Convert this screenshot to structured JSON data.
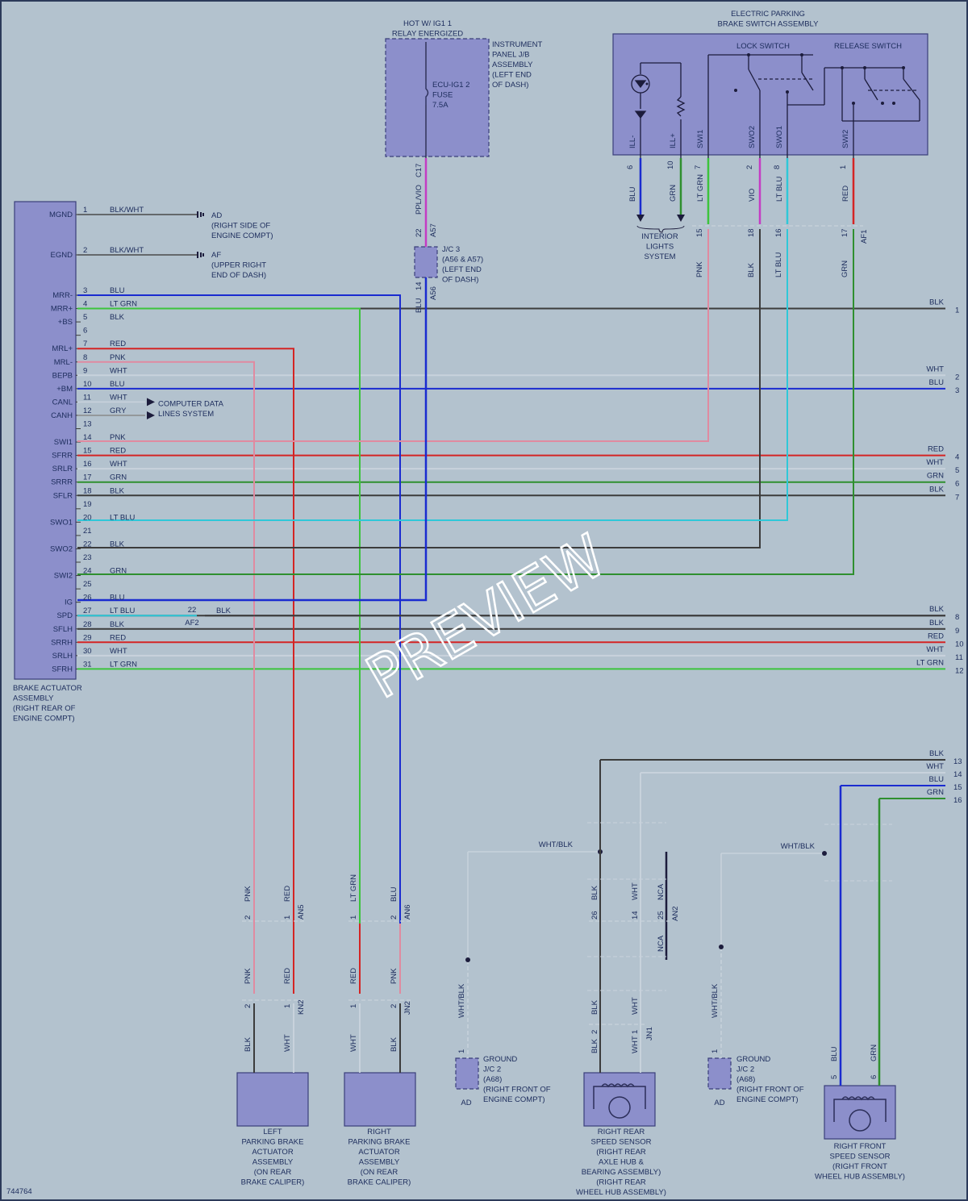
{
  "diagram_id": "744764",
  "watermark": "PREVIEW",
  "header": {
    "relay": [
      "HOT W/ IG1 1",
      "RELAY ENERGIZED"
    ],
    "ib_assembly": [
      "INSTRUMENT",
      "PANEL J/B",
      "ASSEMBLY",
      "(LEFT END",
      "OF DASH)"
    ],
    "fuse": [
      "ECU-IG1 2",
      "FUSE",
      "7.5A"
    ],
    "switch_assembly": [
      "ELECTRIC PARKING",
      "BRAKE SWITCH ASSEMBLY"
    ],
    "lock_switch": "LOCK SWITCH",
    "release_switch": "RELEASE SWITCH"
  },
  "switch_pins": [
    {
      "name": "ILL-",
      "num": "6",
      "color": "BLU",
      "hex": "#1a2bd0"
    },
    {
      "name": "ILL+",
      "num": "10",
      "color": "GRN",
      "hex": "#2f8f2f"
    },
    {
      "name": "SWI1",
      "num": "7",
      "color": "LT GRN",
      "hex": "#3cc43c"
    },
    {
      "name": "SWO2",
      "num": "2",
      "color": "VIO",
      "hex": "#c43cc4"
    },
    {
      "name": "SWO1",
      "num": "8",
      "color": "LT BLU",
      "hex": "#2fc8d8"
    },
    {
      "name": "SWI2",
      "num": "1",
      "color": "RED",
      "hex": "#d42424"
    }
  ],
  "connector_af1": {
    "label": "AF1",
    "pins": [
      "15",
      "18",
      "16",
      "17"
    ],
    "below": [
      "PNK",
      "BLK",
      "LT BLU",
      "GRN"
    ]
  },
  "interior_lights": [
    "INTERIOR",
    "LIGHTS",
    "SYSTEM"
  ],
  "jc3": {
    "label": [
      "J/C 3",
      "(A56 & A57)",
      "(LEFT END",
      "OF DASH)"
    ],
    "top": "22",
    "top_conn": "A57",
    "bottom": "14",
    "bottom_conn": "A56",
    "upper_wire": "PPL/VIO",
    "lower_wire": "BLU",
    "fuse_pin": "C17"
  },
  "grounds": [
    {
      "code": "AD",
      "text": [
        "AD",
        "(RIGHT SIDE OF",
        "ENGINE COMPT)"
      ],
      "pin": "1",
      "color": "BLK/WHT"
    },
    {
      "code": "AF",
      "text": [
        "AF",
        "(UPPER RIGHT",
        "END OF DASH)"
      ],
      "pin": "2",
      "color": "BLK/WHT"
    }
  ],
  "actuator": {
    "title": [
      "BRAKE ACTUATOR",
      "ASSEMBLY",
      "(RIGHT REAR OF",
      "ENGINE COMPT)"
    ],
    "pins": [
      {
        "sig": "MGND",
        "n": "1",
        "c": "BLK/WHT"
      },
      {
        "sig": "EGND",
        "n": "2",
        "c": "BLK/WHT"
      },
      {
        "sig": "MRR-",
        "n": "3",
        "c": "BLU"
      },
      {
        "sig": "MRR+",
        "n": "4",
        "c": "LT GRN"
      },
      {
        "sig": "+BS",
        "n": "5",
        "c": "BLK"
      },
      {
        "sig": "",
        "n": "6",
        "c": ""
      },
      {
        "sig": "MRL+",
        "n": "7",
        "c": "RED"
      },
      {
        "sig": "MRL-",
        "n": "8",
        "c": "PNK"
      },
      {
        "sig": "BEPB",
        "n": "9",
        "c": "WHT"
      },
      {
        "sig": "+BM",
        "n": "10",
        "c": "BLU"
      },
      {
        "sig": "CANL",
        "n": "11",
        "c": "WHT"
      },
      {
        "sig": "CANH",
        "n": "12",
        "c": "GRY"
      },
      {
        "sig": "",
        "n": "13",
        "c": ""
      },
      {
        "sig": "SWI1",
        "n": "14",
        "c": "PNK"
      },
      {
        "sig": "SFRR",
        "n": "15",
        "c": "RED"
      },
      {
        "sig": "SRLR",
        "n": "16",
        "c": "WHT"
      },
      {
        "sig": "SRRR",
        "n": "17",
        "c": "GRN"
      },
      {
        "sig": "SFLR",
        "n": "18",
        "c": "BLK"
      },
      {
        "sig": "",
        "n": "19",
        "c": ""
      },
      {
        "sig": "SWO1",
        "n": "20",
        "c": "LT BLU"
      },
      {
        "sig": "",
        "n": "21",
        "c": ""
      },
      {
        "sig": "SWO2",
        "n": "22",
        "c": "BLK"
      },
      {
        "sig": "",
        "n": "23",
        "c": ""
      },
      {
        "sig": "SWI2",
        "n": "24",
        "c": "GRN"
      },
      {
        "sig": "",
        "n": "25",
        "c": ""
      },
      {
        "sig": "IG",
        "n": "26",
        "c": "BLU"
      },
      {
        "sig": "SPD",
        "n": "27",
        "c": "LT BLU"
      },
      {
        "sig": "SFLH",
        "n": "28",
        "c": "BLK"
      },
      {
        "sig": "SRRH",
        "n": "29",
        "c": "RED"
      },
      {
        "sig": "SRLH",
        "n": "30",
        "c": "WHT"
      },
      {
        "sig": "SFRH",
        "n": "31",
        "c": "LT GRN"
      }
    ]
  },
  "computer_data": [
    "COMPUTER DATA",
    "LINES SYSTEM"
  ],
  "spd_conn": {
    "pin": "22",
    "conn": "AF2",
    "color": "BLK"
  },
  "right_refs": [
    {
      "n": "1",
      "c": "BLK"
    },
    {
      "n": "2",
      "c": "WHT"
    },
    {
      "n": "3",
      "c": "BLU"
    },
    {
      "n": "4",
      "c": "RED"
    },
    {
      "n": "5",
      "c": "WHT"
    },
    {
      "n": "6",
      "c": "GRN"
    },
    {
      "n": "7",
      "c": "BLK"
    },
    {
      "n": "8",
      "c": "BLK"
    },
    {
      "n": "9",
      "c": "BLK"
    },
    {
      "n": "10",
      "c": "RED"
    },
    {
      "n": "11",
      "c": "WHT"
    },
    {
      "n": "12",
      "c": "LT GRN"
    },
    {
      "n": "13",
      "c": "BLK"
    },
    {
      "n": "14",
      "c": "WHT"
    },
    {
      "n": "15",
      "c": "BLU"
    },
    {
      "n": "16",
      "c": "GRN"
    }
  ],
  "an5": {
    "label": "AN5",
    "p2": "2",
    "p1": "1",
    "c_left": "PNK",
    "c_right": "RED"
  },
  "an6": {
    "label": "AN6",
    "p1": "1",
    "p2": "2",
    "c_left": "LT GRN",
    "c_right": "BLU"
  },
  "kn2": {
    "label": "KN2",
    "p2": "2",
    "p1": "1",
    "c_left": "PNK",
    "c_right": "RED",
    "out_left": "BLK",
    "out_right": "WHT"
  },
  "jn2": {
    "label": "JN2",
    "p1": "1",
    "p2": "2",
    "c_left": "RED",
    "c_right": "PNK",
    "out_left": "WHT",
    "out_right": "BLK"
  },
  "left_actuator": [
    "LEFT",
    "PARKING BRAKE",
    "ACTUATOR",
    "ASSEMBLY",
    "(ON REAR",
    "BRAKE CALIPER)"
  ],
  "right_actuator": [
    "RIGHT",
    "PARKING BRAKE",
    "ACTUATOR",
    "ASSEMBLY",
    "(ON REAR",
    "BRAKE CALIPER)"
  ],
  "shield": {
    "wht_blk": "WHT/BLK",
    "blk": "BLK",
    "wht": "WHT",
    "nca": "NCA",
    "an2": "AN2",
    "p26": "26",
    "p14": "14",
    "p25": "25",
    "jn1": "JN1",
    "p2": "2",
    "p1": "1"
  },
  "ground_jc2": [
    "GROUND",
    "J/C 2",
    "(A68)",
    "(RIGHT FRONT OF",
    "ENGINE COMPT)"
  ],
  "ground_code": "AD",
  "rr_sensor": [
    "RIGHT REAR",
    "SPEED SENSOR",
    "(RIGHT REAR",
    "AXLE HUB &",
    "BEARING ASSEMBLY)",
    "(RIGHT REAR",
    "WHEEL HUB ASSEMBLY)"
  ],
  "rf_sensor": [
    "RIGHT FRONT",
    "SPEED SENSOR",
    "(RIGHT FRONT",
    "WHEEL HUB ASSEMBLY)"
  ],
  "rf_pins": {
    "p5": "5",
    "p6": "6",
    "c5": "BLU",
    "c6": "GRN"
  }
}
